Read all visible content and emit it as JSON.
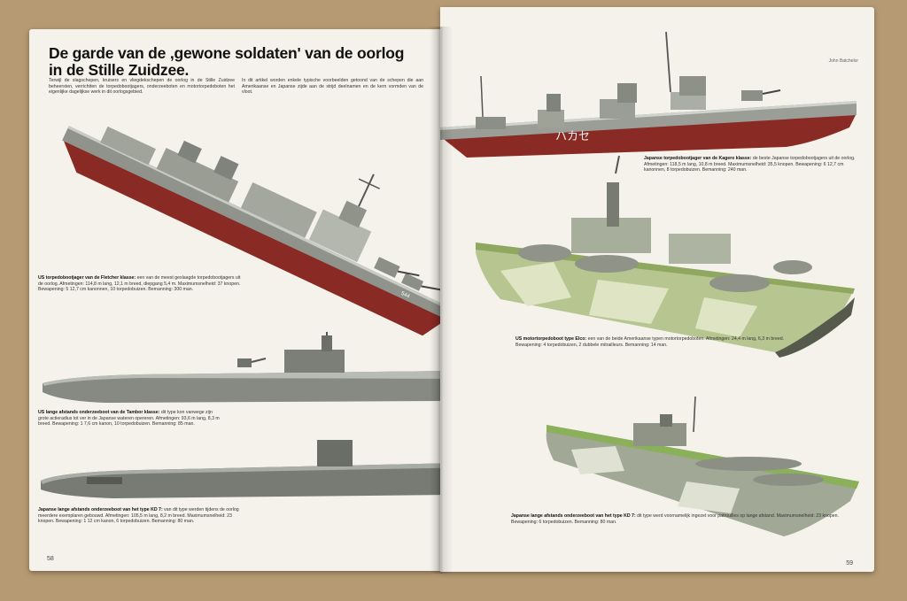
{
  "spread": {
    "heading": "De garde van de ,gewone soldaten' van de oorlog in de Stille Zuidzee.",
    "credit": "John Batchelor"
  },
  "left_page": {
    "page_number": "58",
    "intro_left": "Terwijl de slagschepen, kruisers en vliegdekschepen de oorlog in de Stille Zuidzee beheersten, verrichtten de torpedobootjagers, onderzeeboten en motortorpedoboten het eigenlijke dagelijkse werk in dit oorlogsgebied.",
    "intro_right": "In dit artikel worden enkele typische voorbeelden getoond van de schepen die aan Amerikaanse en Japanse zijde aan de strijd deelnamen en de kern vormden van de vloot.",
    "captions": [
      {
        "title": "US torpedobootjager van de Fletcher klasse:",
        "text": "een van de meest geslaagde torpedobootjagers uit de oorlog. Afmetingen: 114,8 m lang, 12,1 m breed, diepgang 5,4 m. Maximumsnelheid: 37 knopen. Bewapening: 5 12,7 cm kanonnen, 10 torpedobuizen. Bemanning: 300 man."
      },
      {
        "title": "US lange afstands onderzeeboot van de Tambor klasse:",
        "text": "dit type kon vanwege zijn grote actieradius tot ver in de Japanse wateren opereren. Afmetingen: 93,6 m lang, 8,3 m breed. Bewapening: 1 7,6 cm kanon, 10 torpedobuizen. Bemanning: 85 man."
      },
      {
        "title": "Japanse lange afstands onderzeeboot van het type KD 7:",
        "text": "van dit type werden tijdens de oorlog meerdere exemplaren gebouwd. Afmetingen: 105,5 m lang, 8,2 m breed. Maximumsnelheid: 23 knopen. Bewapening: 1 12 cm kanon, 6 torpedobuizen. Bemanning: 80 man."
      }
    ]
  },
  "right_page": {
    "page_number": "59",
    "hull_marking": "ハカセ",
    "captions": [
      {
        "title": "Japanse torpedobootjager van de Kagero klasse:",
        "text": "de beste Japanse torpedobootjagers uit de oorlog. Afmetingen: 118,5 m lang, 10,8 m breed. Maximumsnelheid: 35,5 knopen. Bewapening: 6 12,7 cm kanonnen, 8 torpedobuizen. Bemanning: 240 man."
      },
      {
        "title": "US motortorpedoboot type Elco:",
        "text": "een van de beide Amerikaanse typen motortorpedoboten. Afmetingen: 24,4 m lang, 6,3 m breed. Bewapening: 4 torpedobuizen, 2 dubbele mitrailleurs. Bemanning: 14 man."
      },
      {
        "title": "Japanse lange afstands onderzeeboot van het type KD 7:",
        "text": "dit type werd voornamelijk ingezet voor patrouilles op lange afstand. Maximumsnelheid: 23 knopen. Bewapening: 6 torpedobuizen. Bemanning: 80 man."
      }
    ]
  },
  "colors": {
    "paper": "#f4f2ea",
    "table": "#b59a73",
    "hull_red": "#8a2a24",
    "hull_grey": "#8f938c",
    "camo_green": "#9bb36a",
    "camo_light": "#dfe5c4"
  }
}
